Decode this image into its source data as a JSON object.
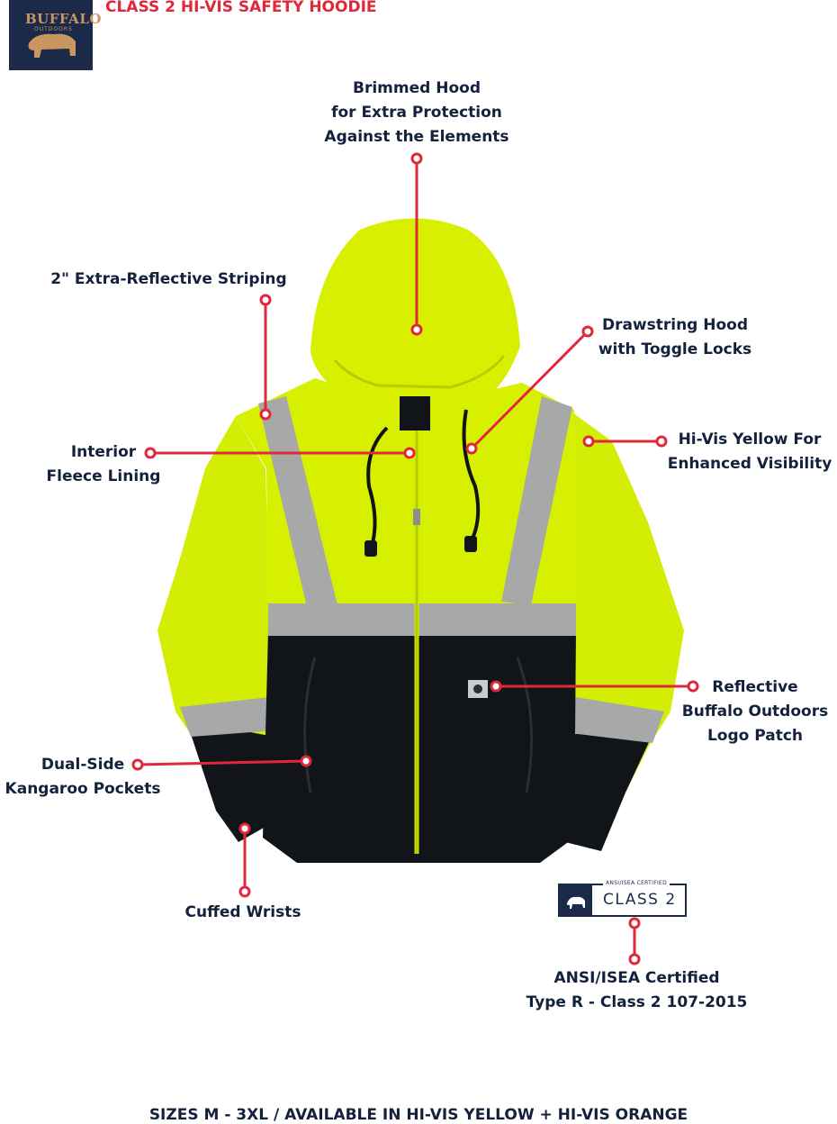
{
  "header": {
    "title": "CLASS 2 HI-VIS SAFETY HOODIE",
    "logo_text": "BUFFALO",
    "logo_subtext": "OUTDOORS"
  },
  "callouts": {
    "brimmed_hood": [
      "Brimmed Hood",
      "for Extra Protection",
      "Against the Elements"
    ],
    "reflective_striping": [
      "2\" Extra-Reflective Striping"
    ],
    "drawstring_hood": [
      "Drawstring Hood",
      "with Toggle Locks"
    ],
    "interior_fleece": [
      "Interior",
      "Fleece Lining"
    ],
    "hi_vis_yellow": [
      "Hi-Vis Yellow For",
      "Enhanced Visibility"
    ],
    "logo_patch": [
      "Reflective",
      "Buffalo Outdoors",
      "Logo Patch"
    ],
    "kangaroo_pockets": [
      "Dual-Side",
      "Kangaroo Pockets"
    ],
    "cuffed_wrists": [
      "Cuffed Wrists"
    ],
    "ansi_certified": [
      "ANSI/ISEA Certified",
      "Type R - Class 2 107-2015"
    ]
  },
  "badge": {
    "top_text": "ANSI/ISEA CERTIFIED",
    "class_text": "CLASS 2"
  },
  "footer": {
    "text": "SIZES M - 3XL / AVAILABLE IN HI-VIS YELLOW + HI-VIS ORANGE"
  },
  "colors": {
    "accent": "#e0283a",
    "navy": "#1c2a4a",
    "hi_vis_yellow": "#d6f000",
    "black_panel": "#111418",
    "reflective_gray": "#a6a9a8"
  }
}
